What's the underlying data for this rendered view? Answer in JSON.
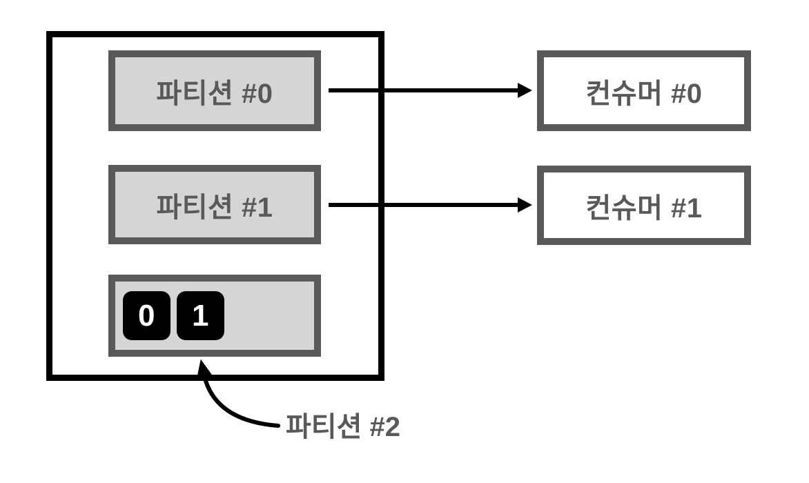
{
  "colors": {
    "outer_border": "#000000",
    "box_border": "#595959",
    "label_text": "#595959",
    "partition_fill": "#d5d5d5",
    "consumer_fill": "#ffffff",
    "message_fill": "#000000",
    "message_text": "#ffffff",
    "arrow": "#000000"
  },
  "partitions": [
    {
      "label": "파티션 #0"
    },
    {
      "label": "파티션 #1"
    },
    {
      "messages": [
        "0",
        "1"
      ]
    }
  ],
  "consumers": [
    {
      "label": "컨슈머 #0"
    },
    {
      "label": "컨슈머 #1"
    }
  ],
  "annotation": {
    "label": "파티션 #2"
  }
}
